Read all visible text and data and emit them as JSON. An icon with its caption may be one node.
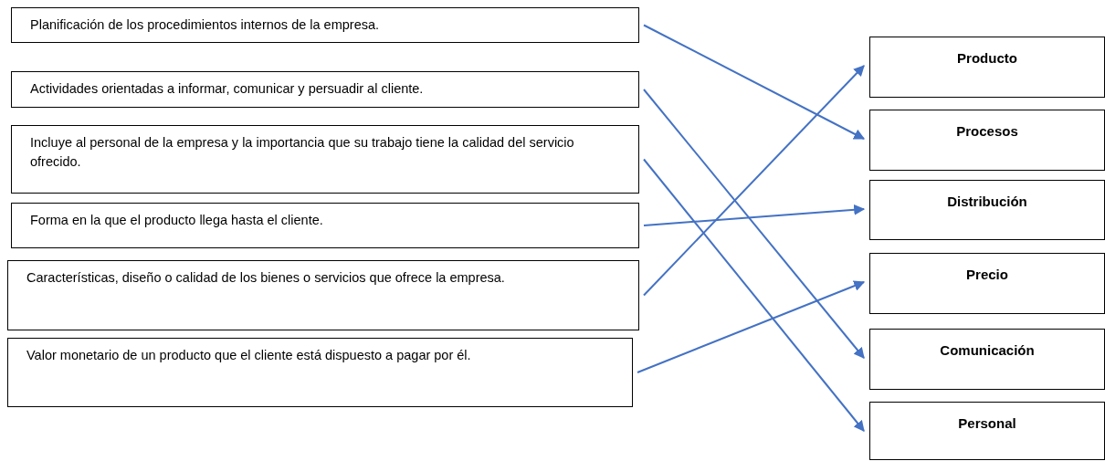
{
  "diagram": {
    "nodes": [
      {
        "text": [
          "Planificación de los procedimientos internos de la empresa."
        ]
      },
      {
        "text": [
          "Actividades orientadas a informar, comunicar y persuadir al cliente."
        ]
      },
      {
        "text": [
          "Incluye al personal de la empresa y la importancia que su trabajo tiene la calidad del servicio ofrecido."
        ]
      },
      {
        "text": [
          "Forma en la que el producto llega hasta el cliente."
        ]
      },
      {
        "text": [
          "Características, diseño o calidad de los bienes o servicios que ofrece la empresa."
        ]
      },
      {
        "text": [
          "Valor monetario de un producto que el cliente está dispuesto a pagar por él."
        ]
      },
      {
        "text": [
          "Producto"
        ]
      },
      {
        "text": [
          "Procesos"
        ]
      },
      {
        "text": [
          "Distribución"
        ]
      },
      {
        "text": [
          "Precio"
        ]
      },
      {
        "text": [
          "Comunicación"
        ]
      },
      {
        "text": [
          "Personal"
        ]
      }
    ],
    "edges": [
      {
        "from": 0,
        "to": 7,
        "arrow": "to"
      },
      {
        "from": 1,
        "to": 10,
        "arrow": "to"
      },
      {
        "from": 2,
        "to": 11,
        "arrow": "to"
      },
      {
        "from": 3,
        "to": 8,
        "arrow": "to"
      },
      {
        "from": 4,
        "to": 6,
        "arrow": "to"
      },
      {
        "from": 5,
        "to": 9,
        "arrow": "to"
      }
    ]
  }
}
